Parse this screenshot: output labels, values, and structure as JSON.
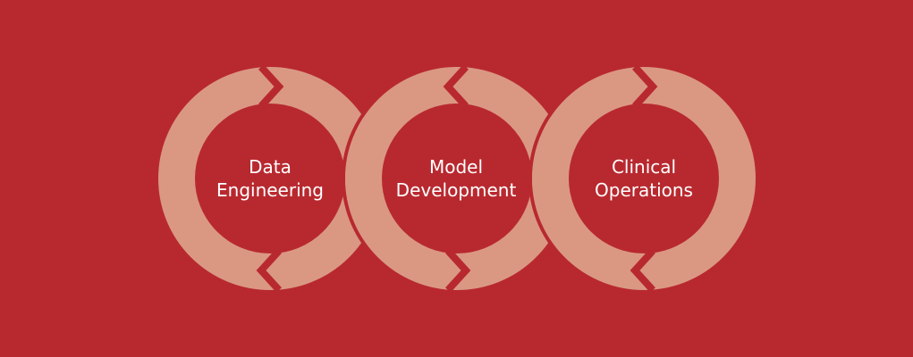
{
  "colors": {
    "background": "#b8292f",
    "ring": "#da9883",
    "text": "#ffffff"
  },
  "stages": [
    {
      "line1": "Data",
      "line2": "Engineering"
    },
    {
      "line1": "Model",
      "line2": "Development"
    },
    {
      "line1": "Clinical",
      "line2": "Operations"
    }
  ]
}
